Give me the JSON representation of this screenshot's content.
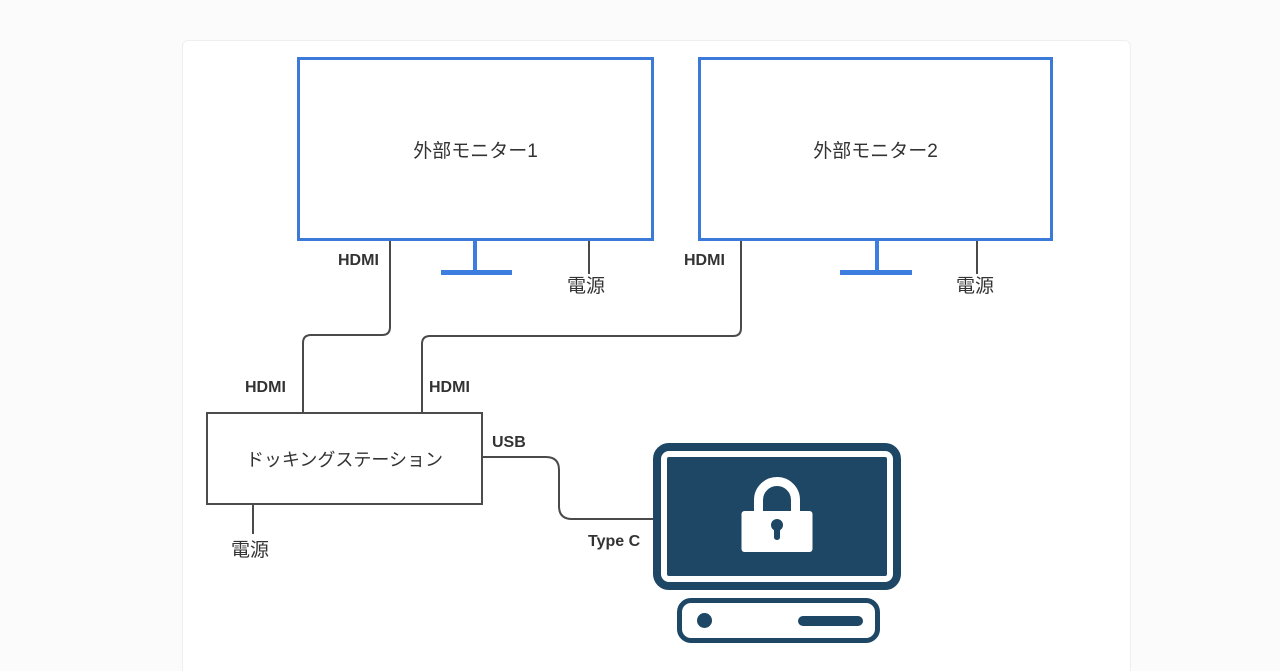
{
  "diagram": {
    "monitors": [
      {
        "label": "外部モニター1",
        "hdmi": "HDMI",
        "power": "電源"
      },
      {
        "label": "外部モニター2",
        "hdmi": "HDMI",
        "power": "電源"
      }
    ],
    "dock": {
      "label": "ドッキングステーション",
      "hdmi_port1": "HDMI",
      "hdmi_port2": "HDMI",
      "usb": "USB",
      "power": "電源"
    },
    "pc": {
      "typec": "Type C",
      "icon": "lock-icon"
    },
    "colors": {
      "monitor_outline": "#3c7ad9",
      "stand_blue": "#3d7de0",
      "wire_gray": "#4a4a4a",
      "dock_outline": "#4c4c4c",
      "label_text": "#333333",
      "pc_navy": "#1e4766",
      "card_background": "#ffffff"
    }
  }
}
